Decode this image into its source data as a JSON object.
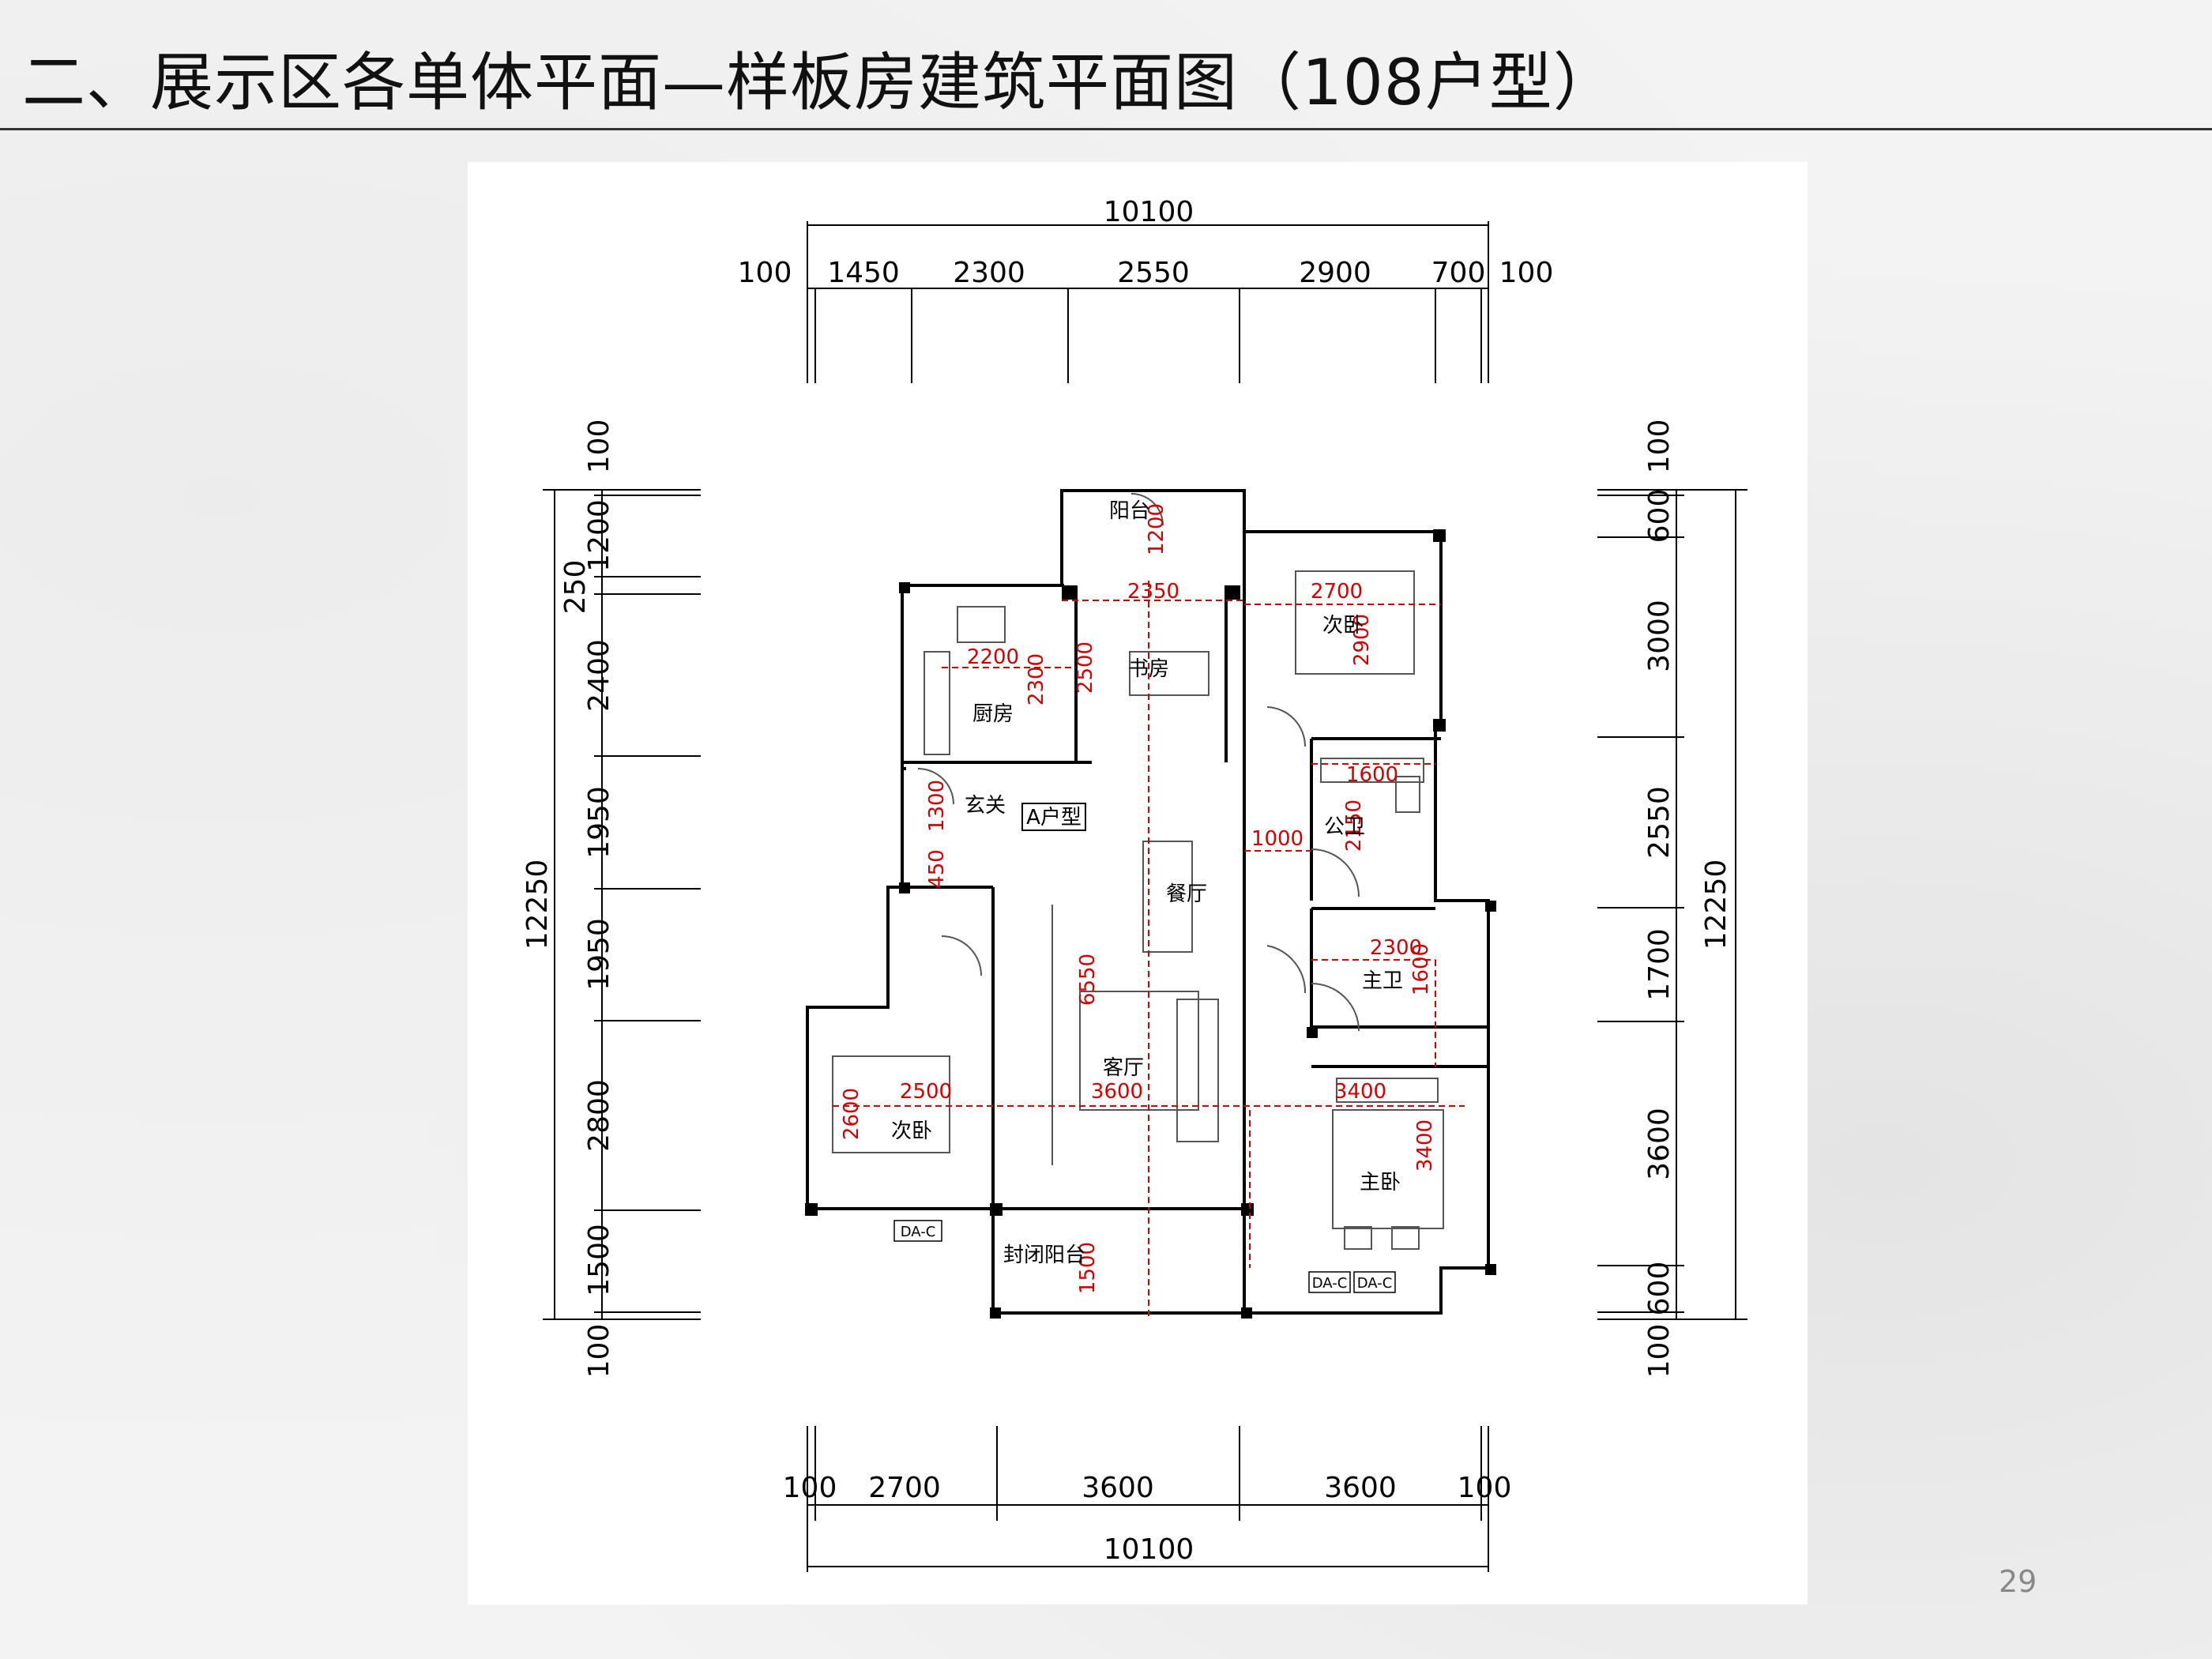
{
  "title": "二、展示区各单体平面—样板房建筑平面图（108户型）",
  "page_number": "29",
  "plan": {
    "top_total": "10100",
    "top_segments": [
      "100",
      "1450",
      "2300",
      "2550",
      "2900",
      "700",
      "100"
    ],
    "bottom_total": "10100",
    "bottom_segments": [
      "100",
      "2700",
      "3600",
      "3600",
      "100"
    ],
    "left_total": "12250",
    "left_segments": [
      "100",
      "1200",
      "250",
      "2400",
      "1950",
      "1950",
      "2800",
      "1500",
      "100"
    ],
    "right_total": "12250",
    "right_segments": [
      "100",
      "600",
      "3000",
      "2550",
      "1700",
      "3600",
      "600",
      "100"
    ],
    "unit_label": "A户型",
    "rooms": {
      "balcony": "阳台",
      "kitchen": "厨房",
      "study": "书房",
      "bedroom2_top": "次卧",
      "foyer": "玄关",
      "public_bath": "公卫",
      "dining": "餐厅",
      "master_bath": "主卫",
      "living": "客厅",
      "bedroom2_bottom": "次卧",
      "master_bedroom": "主卧",
      "enclosed_balcony": "封闭阳台"
    },
    "red_dims": {
      "balcony_1200": "1200",
      "study_2350": "2350",
      "bed_top_2700": "2700",
      "bed_top_2900": "2900",
      "kitchen_2200": "2200",
      "kitchen_2300": "2300",
      "study_2500": "2500",
      "pub_1600": "1600",
      "pub_2150": "2150",
      "foyer_1300": "1300",
      "foyer_450": "450",
      "dining_1000": "1000",
      "mbath_2300": "2300",
      "mbath_1600": "1600",
      "center_6550": "6550",
      "bed_bot_2500": "2500",
      "bed_bot_2600": "2600",
      "living_3600": "3600",
      "master_3400_h": "3400",
      "master_3400_v": "3400",
      "enclosed_1500": "1500"
    },
    "window_tags": [
      "DA-C",
      "DA-C",
      "DA-C"
    ]
  }
}
